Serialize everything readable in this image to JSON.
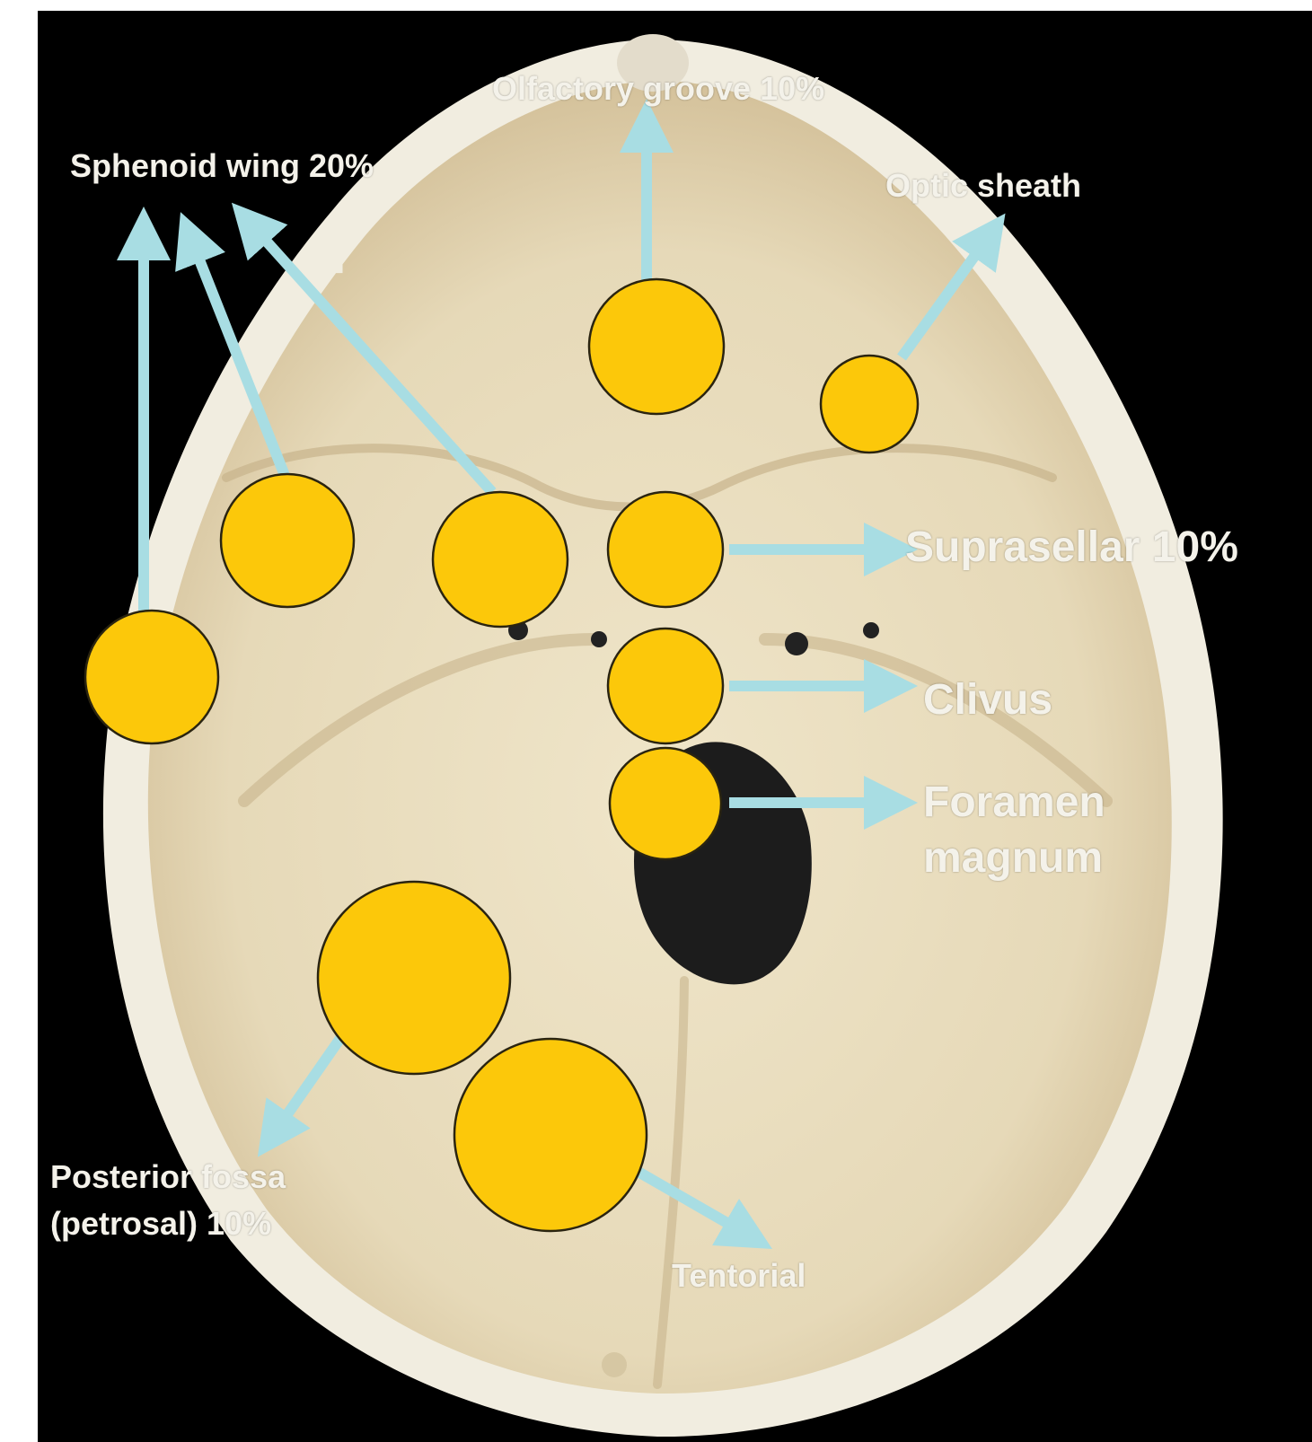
{
  "colors": {
    "background": "#000000",
    "bone": "#e9dfc3",
    "bone_rim": "#f1ede0",
    "shadow": "#b9a47c",
    "foramen": "#1c1c1c",
    "marker": "#fcc80a",
    "marker_outline": "#2a2410",
    "arrow": "#a8dde3",
    "label": "#f4f2ea"
  },
  "labels": {
    "olfactory_groove": "Olfactory  groove 10%",
    "sphenoid_wing": "Sphenoid wing 20%",
    "optic_sheath": "Optic sheath",
    "suprasellar": "Suprasellar 10%",
    "clivus": "Clivus",
    "foramen_line1": "Foramen",
    "foramen_line2": "magnum",
    "posterior_line1": "Posterior fossa",
    "posterior_line2": "(petrosal) 10%",
    "tentorial": "Tentorial"
  },
  "markers": [
    {
      "name": "olfactory-groove-marker",
      "region": "olfactory groove"
    },
    {
      "name": "optic-sheath-marker",
      "region": "optic sheath"
    },
    {
      "name": "sphenoid-wing-lateral-marker",
      "region": "sphenoid wing"
    },
    {
      "name": "sphenoid-wing-middle-marker",
      "region": "sphenoid wing"
    },
    {
      "name": "sphenoid-wing-medial-marker",
      "region": "sphenoid wing"
    },
    {
      "name": "suprasellar-marker",
      "region": "suprasellar"
    },
    {
      "name": "clivus-marker",
      "region": "clivus"
    },
    {
      "name": "foramen-magnum-marker",
      "region": "foramen magnum"
    },
    {
      "name": "posterior-fossa-marker",
      "region": "posterior fossa (petrosal)"
    },
    {
      "name": "tentorial-marker",
      "region": "tentorial"
    }
  ]
}
